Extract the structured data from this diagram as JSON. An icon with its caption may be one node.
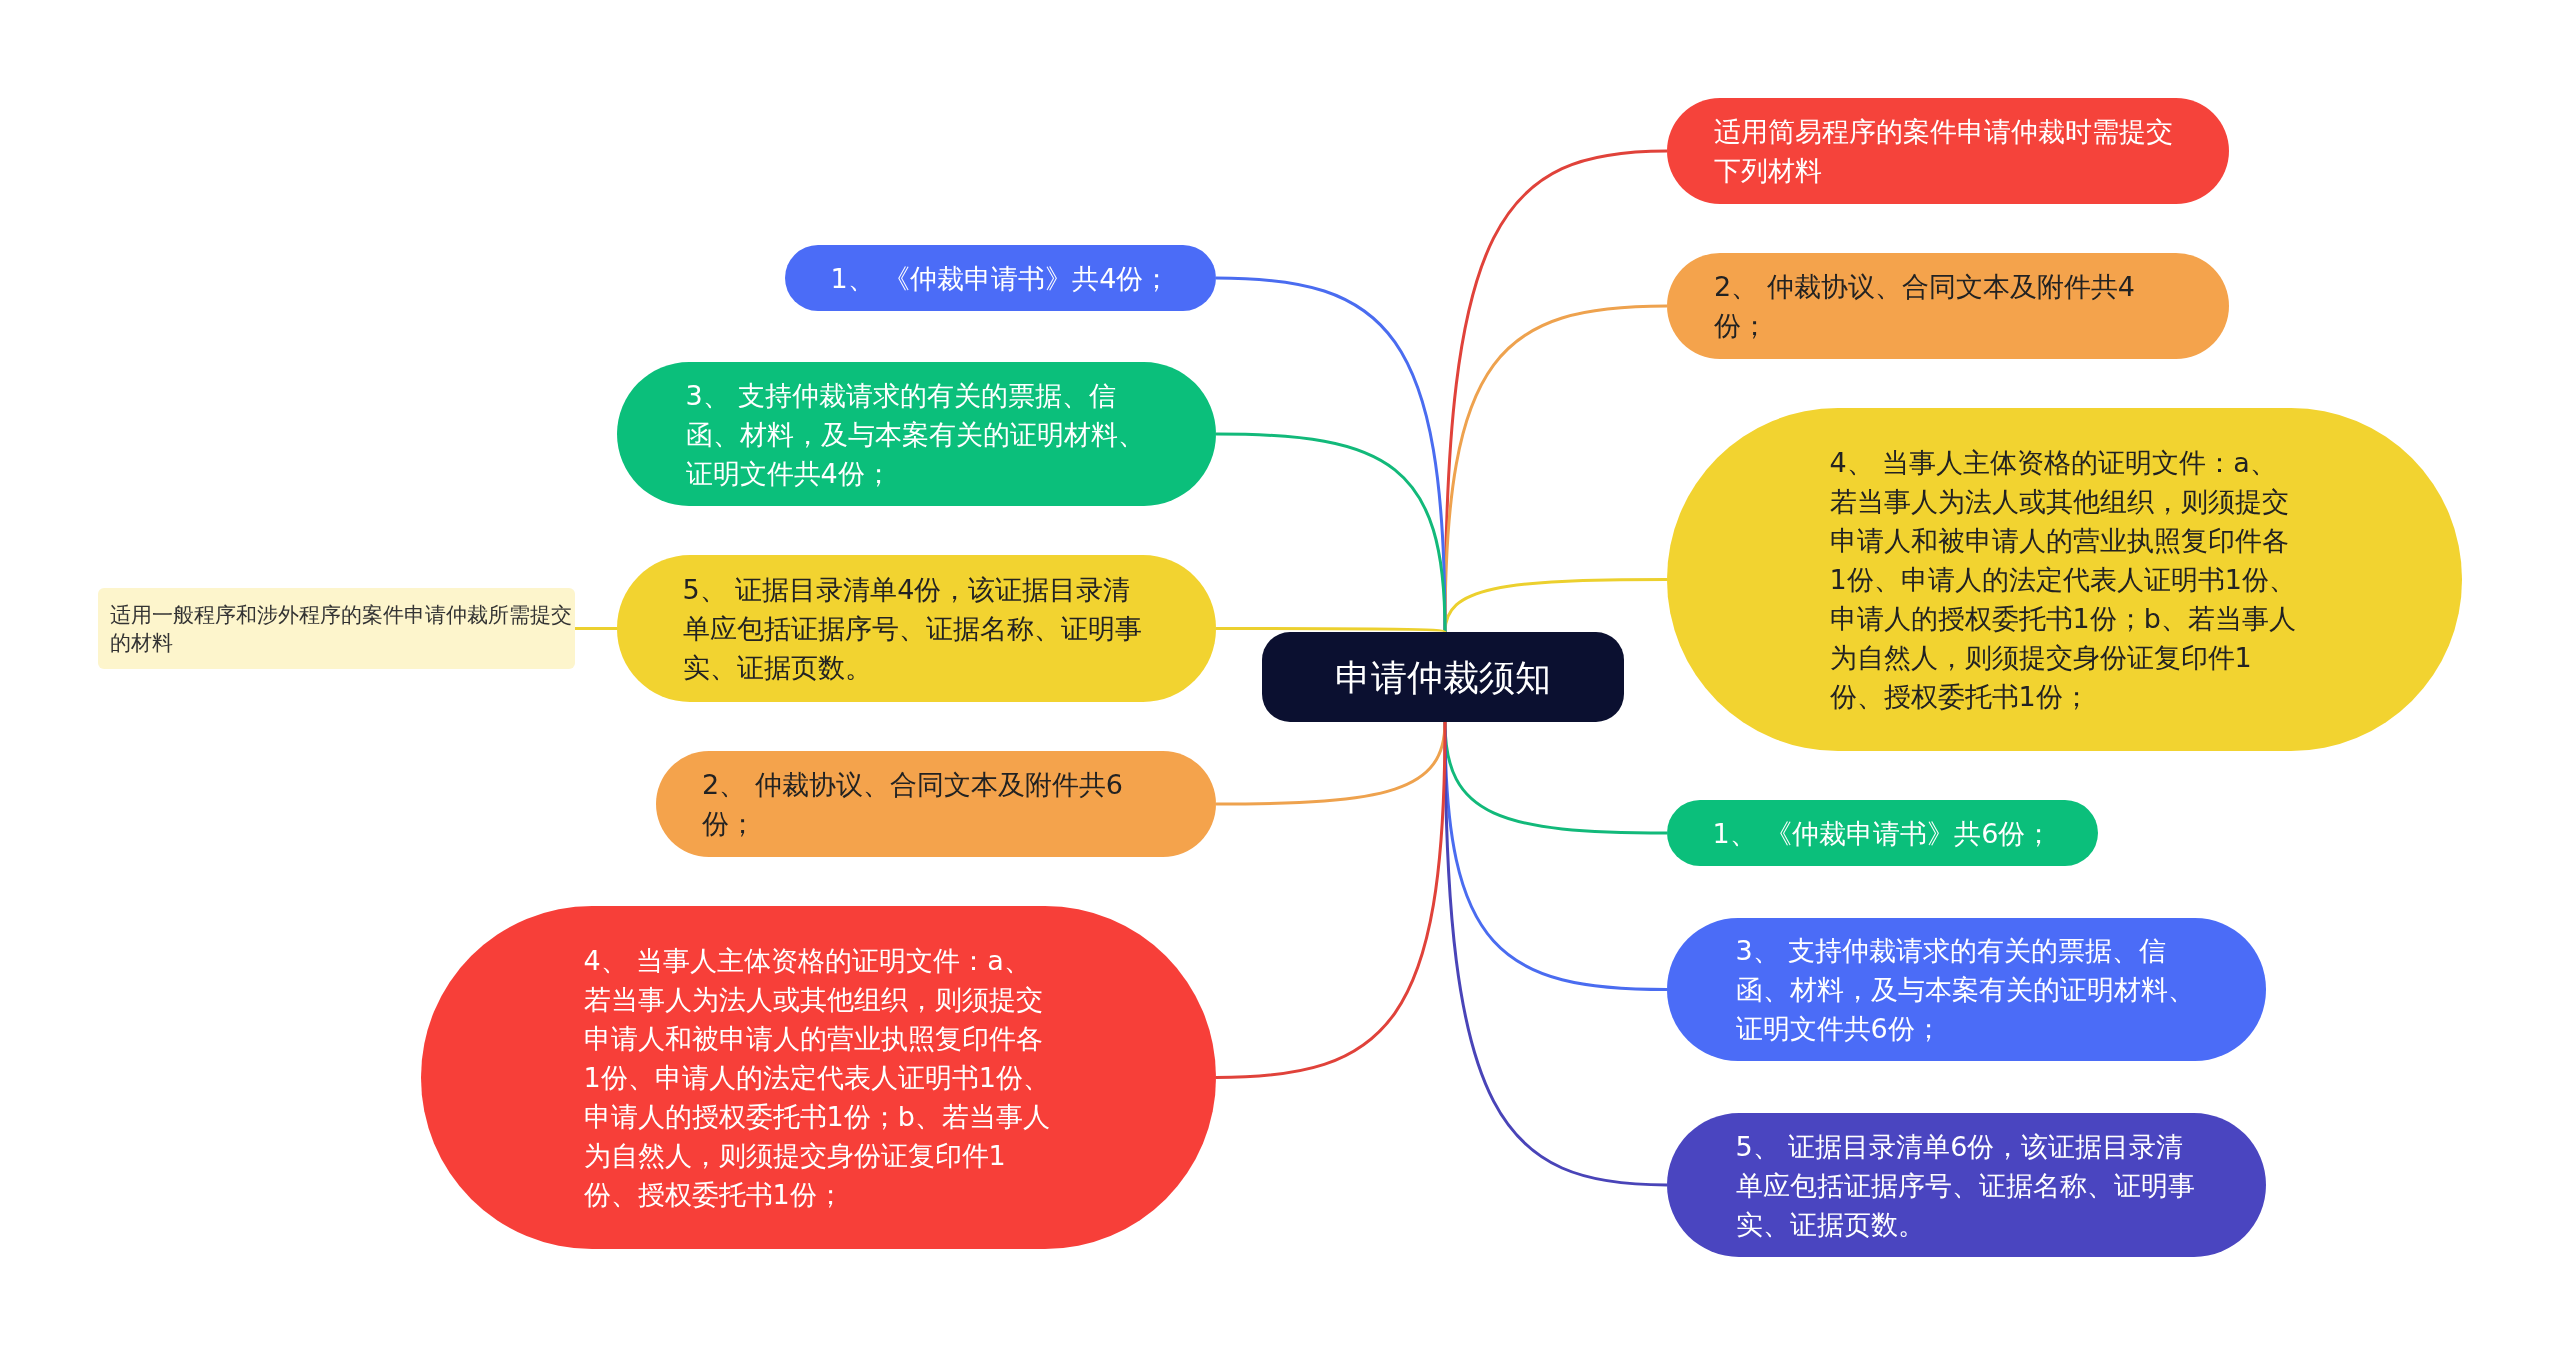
{
  "diagram": {
    "nodes": [
      {
        "text": [
          "申请仲裁须知"
        ]
      },
      {
        "text": [
          "适用简易程序的案件申请仲裁时需提交下列材料"
        ]
      },
      {
        "text": [
          "2、 仲裁协议、合同文本及附件共4份；"
        ]
      },
      {
        "text": [
          "4、 当事人主体资格的证明文件：a、若当事人为法人或其他组织，则须提交申请人和被申请人的营业执照复印件各1份、申请人的法定代表人证明书1份、申请人的授权委托书1份；b、若当事人为自然人，则须提交身份证复印件1份、授权委托书1份；"
        ]
      },
      {
        "text": [
          "1、 《仲裁申请书》共6份；"
        ]
      },
      {
        "text": [
          "3、 支持仲裁请求的有关的票据、信函、材料，及与本案有关的证明材料、证明文件共6份；"
        ]
      },
      {
        "text": [
          "5、 证据目录清单6份，该证据目录清单应包括证据序号、证据名称、证明事实、证据页数。"
        ]
      },
      {
        "text": [
          "1、 《仲裁申请书》共4份；"
        ]
      },
      {
        "text": [
          "3、 支持仲裁请求的有关的票据、信函、材料，及与本案有关的证明材料、证明文件共4份；"
        ]
      },
      {
        "text": [
          "5、 证据目录清单4份，该证据目录清单应包括证据序号、证据名称、证明事实、证据页数。"
        ]
      },
      {
        "text": [
          "适用一般程序和涉外程序的案件申请仲裁所需提交的材料"
        ]
      },
      {
        "text": [
          "2、 仲裁协议、合同文本及附件共6份；"
        ]
      },
      {
        "text": [
          "4、 当事人主体资格的证明文件：a、若当事人为法人或其他组织，则须提交申请人和被申请人的营业执照复印件各1份、申请人的法定代表人证明书1份、申请人的授权委托书1份；b、若当事人为自然人，则须提交身份证复印件1份、授权委托书1份；"
        ]
      }
    ],
    "edges": [
      {
        "from": 0,
        "to": 1,
        "arrow": "none",
        "color": "#e0423a"
      },
      {
        "from": 0,
        "to": 2,
        "arrow": "none",
        "color": "#eea24e"
      },
      {
        "from": 0,
        "to": 3,
        "arrow": "none",
        "color": "#ecd02e"
      },
      {
        "from": 0,
        "to": 4,
        "arrow": "none",
        "color": "#12b97a"
      },
      {
        "from": 0,
        "to": 5,
        "arrow": "none",
        "color": "#4a6cf0"
      },
      {
        "from": 0,
        "to": 6,
        "arrow": "none",
        "color": "#4944b8"
      },
      {
        "from": 0,
        "to": 7,
        "arrow": "none",
        "color": "#4a6cf0"
      },
      {
        "from": 0,
        "to": 8,
        "arrow": "none",
        "color": "#12b97a"
      },
      {
        "from": 0,
        "to": 9,
        "arrow": "none",
        "color": "#ecd02e"
      },
      {
        "from": 9,
        "to": 10,
        "arrow": "none",
        "color": "#ecd02e"
      },
      {
        "from": 0,
        "to": 11,
        "arrow": "none",
        "color": "#eea24e"
      },
      {
        "from": 0,
        "to": 12,
        "arrow": "none",
        "color": "#e0423a"
      }
    ]
  }
}
